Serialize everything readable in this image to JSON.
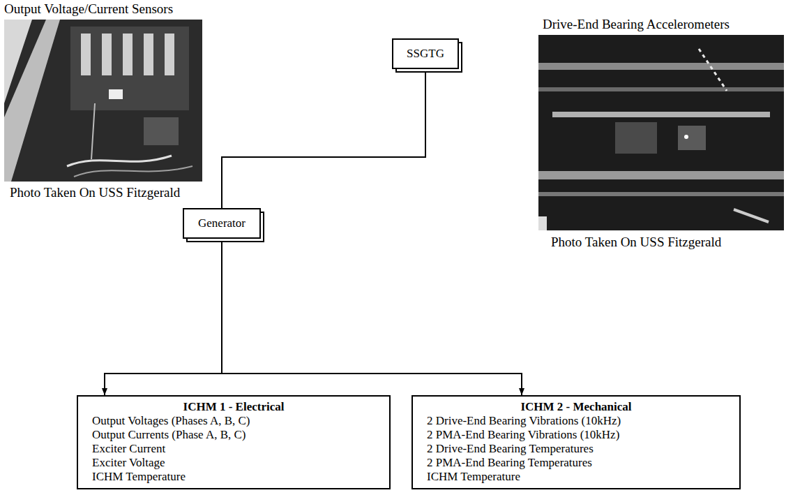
{
  "diagram": {
    "nodes": [
      {
        "text": [
          "SSGTG"
        ]
      },
      {
        "text": [
          "Generator"
        ]
      },
      {
        "text": [
          "ICHM 1 - Electrical",
          "Output Voltages (Phases A, B, C)",
          "Output Currents (Phase A, B, C)",
          "Exciter Current",
          "Exciter Voltage",
          "ICHM Temperature"
        ]
      },
      {
        "text": [
          "ICHM 2 - Mechanical",
          "2 Drive-End Bearing Vibrations (10kHz)",
          "2 PMA-End Bearing Vibrations (10kHz)",
          "2 Drive-End Bearing Temperatures",
          "2 PMA-End Bearing Temperatures",
          "ICHM Temperature"
        ]
      }
    ],
    "edges": [
      {
        "from": 0,
        "to": 1,
        "arrow": "none"
      },
      {
        "from": 1,
        "to": 2,
        "arrow": "to"
      },
      {
        "from": 1,
        "to": 3,
        "arrow": "to"
      }
    ],
    "labels": [
      "Output Voltage/Current Sensors",
      "Photo Taken On USS Fitzgerald",
      "Drive-End Bearing Accelerometers",
      "Photo Taken On USS Fitzgerald"
    ]
  }
}
